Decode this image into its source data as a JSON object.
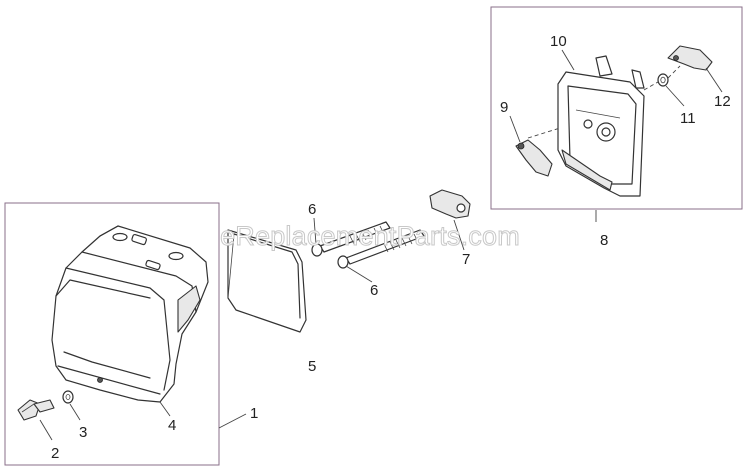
{
  "watermark": "eReplacementParts.com",
  "callouts": {
    "p1": "1",
    "p2": "2",
    "p3": "3",
    "p4": "4",
    "p5": "5",
    "p6a": "6",
    "p6b": "6",
    "p7": "7",
    "p8": "8",
    "p9": "9",
    "p10": "10",
    "p11": "11",
    "p12": "12"
  }
}
